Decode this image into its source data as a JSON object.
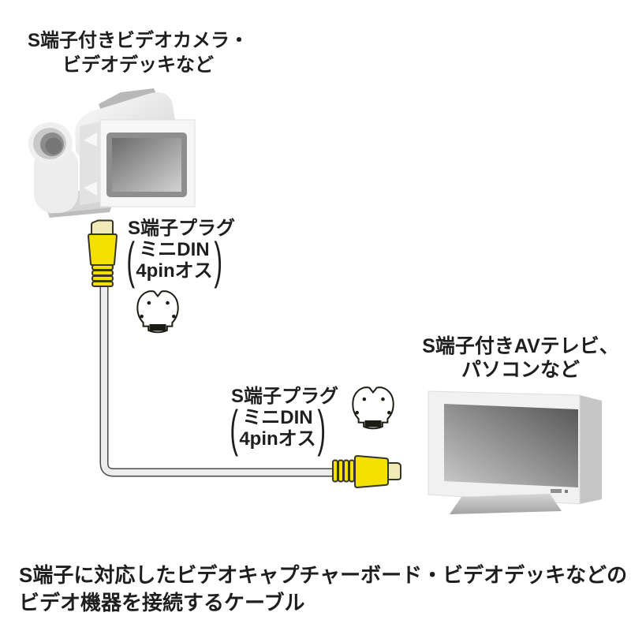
{
  "diagram": {
    "source_device": {
      "label_line1": "S端子付きビデオカメラ・",
      "label_line2": "ビデオデッキなど"
    },
    "target_device": {
      "label_line1": "S端子付きAVテレビ、",
      "label_line2": "パソコンなど"
    },
    "plug_label": {
      "title": "S端子プラグ",
      "open_paren": "(",
      "detail_line1": "ミニDIN",
      "detail_line2": "4pinオス",
      "close_paren": ")"
    },
    "caption": {
      "line1": "S端子に対応したビデオキャプチャーボード・ビデオデッキなどの",
      "line2": "ビデオ機器を接続するケーブル"
    },
    "icons": {
      "camcorder": "camcorder-illustration",
      "tv": "flat-screen-tv-illustration",
      "plug_up": "s-video-plug-pointing-up",
      "plug_right": "s-video-plug-pointing-right",
      "mini_din_face": "mini-din-4pin-connector-face",
      "cable": "s-video-cable"
    },
    "colors": {
      "plug_yellow": "#F5E100",
      "plug_tip_cream": "#F0E9B8",
      "cable_gray": "#EDEDED",
      "cable_outline": "#4A4A4A",
      "outline_dark": "#35352A",
      "text_black": "#1E1E1E",
      "background": "#FFFFFF"
    }
  }
}
